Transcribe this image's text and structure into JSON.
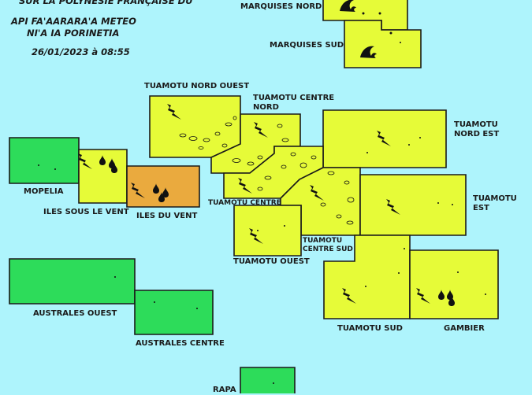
{
  "header": {
    "line1": "SUR LA POLYNESIE FRANÇAISE DU",
    "line2": "API FA'AARARA'A METEO",
    "line3": "NI'A IA PORINETIA",
    "line4": "26/01/2023 à 08:55"
  },
  "colors": {
    "sea": "#aef4fc",
    "green": "#2ddc5a",
    "yellow": "#e6fb38",
    "orange": "#eaaa3e"
  },
  "zones": [
    {
      "id": "marquises-nord",
      "label": "MARQUISES NORD",
      "level": "yellow",
      "icon": "wave-icon"
    },
    {
      "id": "marquises-sud",
      "label": "MARQUISES SUD",
      "level": "yellow",
      "icon": "wave-icon"
    },
    {
      "id": "tuamotu-nord-ouest",
      "label": "TUAMOTU NORD OUEST",
      "level": "yellow",
      "icon": "lightning-icon"
    },
    {
      "id": "tuamotu-centre-nord",
      "label": "TUAMOTU CENTRE NORD",
      "level": "yellow",
      "icon": "lightning-icon"
    },
    {
      "id": "tuamotu-nord-est",
      "label": "TUAMOTU NORD EST",
      "level": "yellow",
      "icon": "lightning-icon"
    },
    {
      "id": "tuamotu-est",
      "label": "TUAMOTU EST",
      "level": "yellow",
      "icon": "lightning-icon"
    },
    {
      "id": "mopelia",
      "label": "MOPELIA",
      "level": "green",
      "icon": ""
    },
    {
      "id": "iles-sous-le-vent",
      "label": "ILES SOUS LE VENT",
      "level": "yellow",
      "icon": "lightning-rain-icon"
    },
    {
      "id": "iles-du-vent",
      "label": "ILES DU VENT",
      "level": "orange",
      "icon": "lightning-rain-icon"
    },
    {
      "id": "tuamotu-centre",
      "label": "TUAMOTU CENTRE",
      "level": "yellow",
      "icon": "lightning-icon"
    },
    {
      "id": "tuamotu-ouest",
      "label": "TUAMOTU OUEST",
      "level": "yellow",
      "icon": "lightning-icon"
    },
    {
      "id": "tuamotu-centre-sud",
      "label": "TUAMOTU CENTRE SUD",
      "level": "yellow",
      "icon": "lightning-icon"
    },
    {
      "id": "tuamotu-sud",
      "label": "TUAMOTU SUD",
      "level": "yellow",
      "icon": "lightning-icon"
    },
    {
      "id": "gambier",
      "label": "GAMBIER",
      "level": "yellow",
      "icon": "lightning-rain-icon"
    },
    {
      "id": "australes-ouest",
      "label": "AUSTRALES OUEST",
      "level": "green",
      "icon": ""
    },
    {
      "id": "australes-centre",
      "label": "AUSTRALES CENTRE",
      "level": "green",
      "icon": ""
    },
    {
      "id": "rapa",
      "label": "RAPA",
      "level": "green",
      "icon": ""
    }
  ],
  "labels": {
    "marquises_nord": "MARQUISES NORD",
    "marquises_sud": "MARQUISES SUD",
    "tuamotu_nord_ouest": "TUAMOTU NORD OUEST",
    "tuamotu_centre_nord_1": "TUAMOTU CENTRE",
    "tuamotu_centre_nord_2": "NORD",
    "tuamotu_nord_est_1": "TUAMOTU",
    "tuamotu_nord_est_2": "NORD EST",
    "tuamotu_est_1": "TUAMOTU",
    "tuamotu_est_2": "EST",
    "mopelia": "MOPELIA",
    "iles_sous_le_vent": "ILES SOUS LE VENT",
    "iles_du_vent": "ILES DU VENT",
    "tuamotu_centre": "TUAMOTU CENTRE",
    "tuamotu_ouest": "TUAMOTU OUEST",
    "tuamotu_centre_sud_1": "TUAMOTU",
    "tuamotu_centre_sud_2": "CENTRE SUD",
    "tuamotu_sud": "TUAMOTU SUD",
    "gambier": "GAMBIER",
    "australes_ouest": "AUSTRALES OUEST",
    "australes_centre": "AUSTRALES CENTRE",
    "rapa": "RAPA"
  }
}
